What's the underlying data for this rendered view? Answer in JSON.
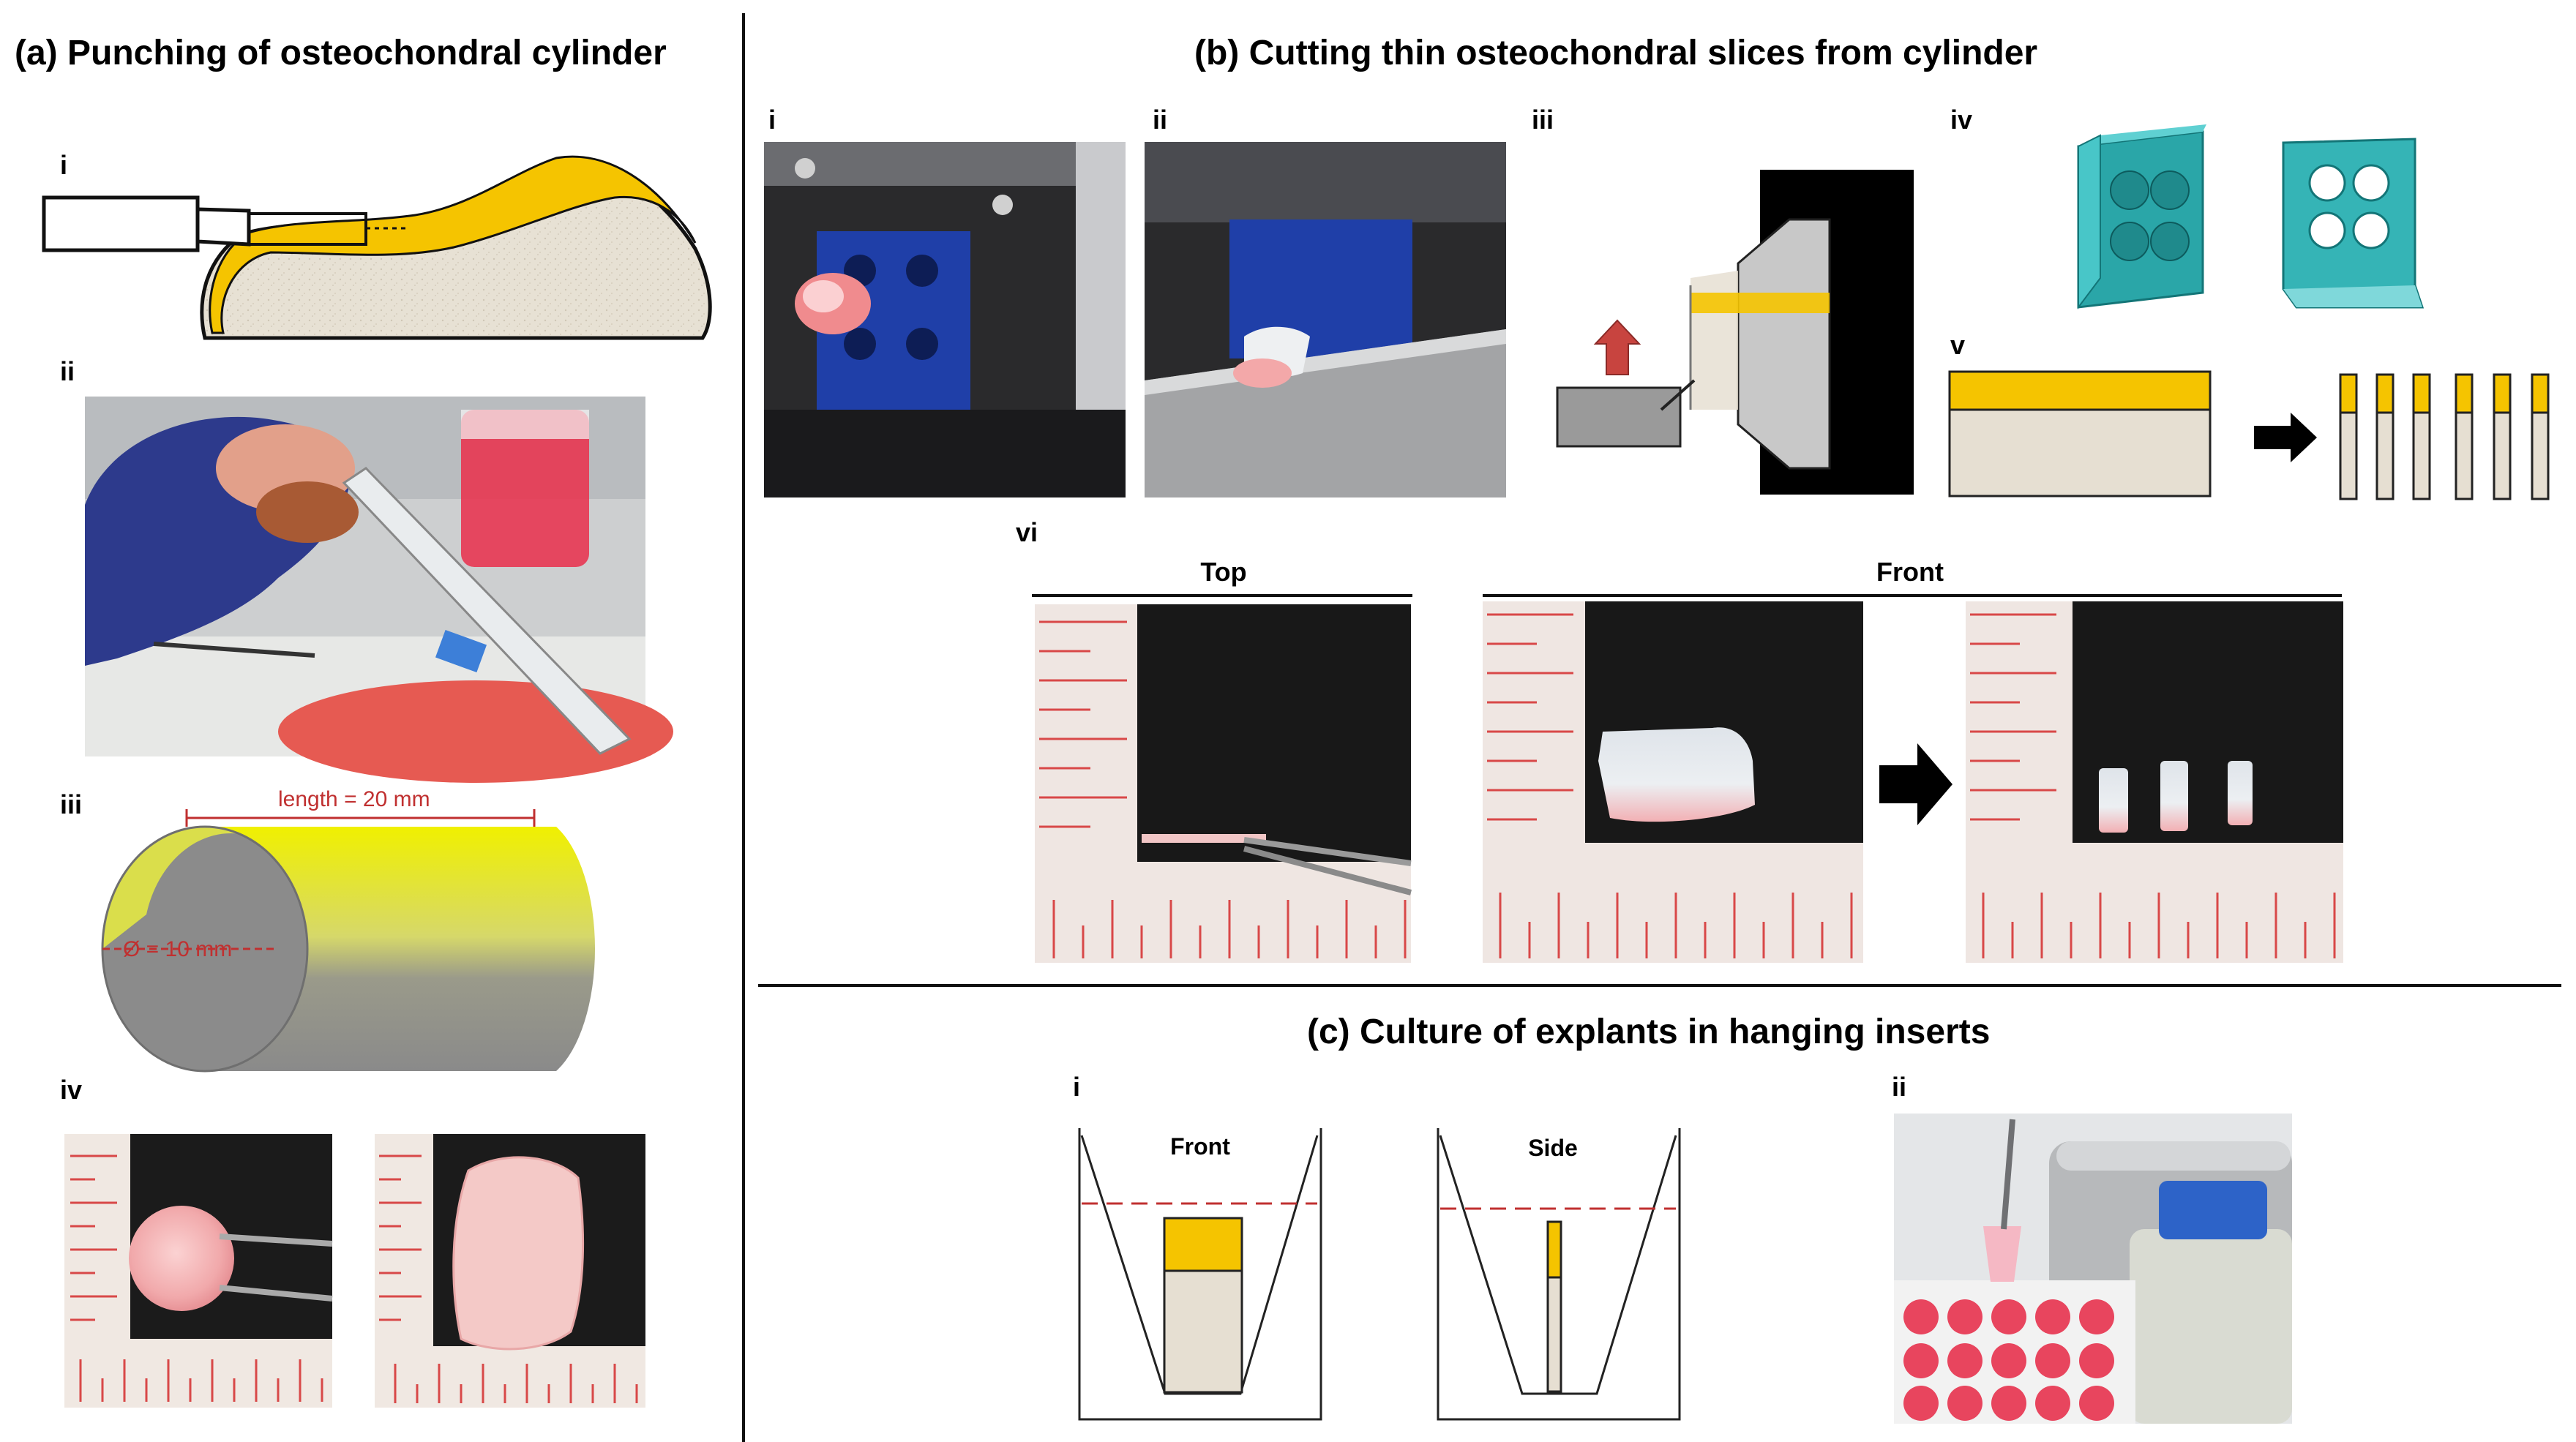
{
  "panels": {
    "a": {
      "title": "(a) Punching of osteochondral cylinder",
      "sub_labels": [
        "i",
        "ii",
        "iii",
        "iv"
      ],
      "length_label": "length = 20 mm",
      "diameter_label": "Ø = 10 mm"
    },
    "b": {
      "title": "(b) Cutting thin osteochondral slices from cylinder",
      "sub_labels": [
        "i",
        "ii",
        "iii",
        "iv",
        "v",
        "vi"
      ],
      "top_label": "Top",
      "front_label": "Front"
    },
    "c": {
      "title": "(c) Culture of explants in hanging inserts",
      "sub_labels": [
        "i",
        "ii"
      ],
      "front_label": "Front",
      "side_label": "Side"
    }
  },
  "colors": {
    "cartilage_yellow": "#f5c400",
    "bone_beige": "#e6dfd2",
    "block_teal": "#2aa6a8",
    "arrow_red": "#c8443f",
    "medium_pink": "#e8334e",
    "ruler_red": "#d84848",
    "dashed_red": "#c03030"
  }
}
